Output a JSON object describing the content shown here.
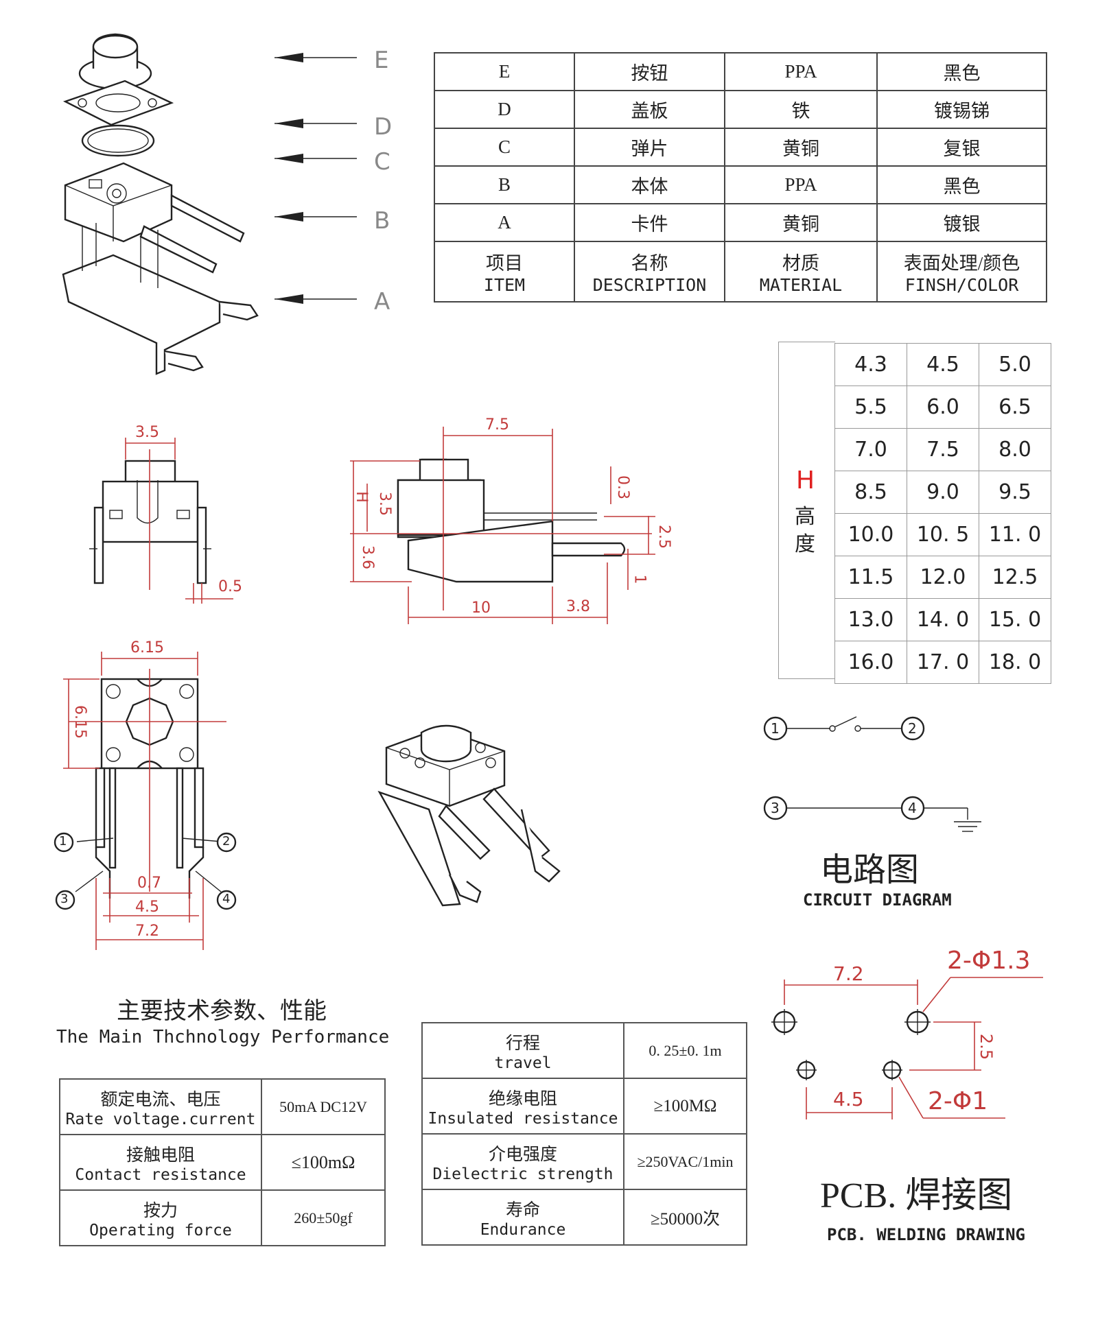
{
  "parts_table": {
    "rows": [
      {
        "item": "E",
        "description": "按钮",
        "material": "PPA",
        "finish": "黑色"
      },
      {
        "item": "D",
        "description": "盖板",
        "material": "铁",
        "finish": "镀锡锑"
      },
      {
        "item": "C",
        "description": "弹片",
        "material": "黄铜",
        "finish": "复银"
      },
      {
        "item": "B",
        "description": "本体",
        "material": "PPA",
        "finish": "黑色"
      },
      {
        "item": "A",
        "description": "卡件",
        "material": "黄铜",
        "finish": "镀银"
      }
    ],
    "header": {
      "item_zh": "项目",
      "item_en": "ITEM",
      "description_zh": "名称",
      "description_en": "DESCRIPTION",
      "material_zh": "材质",
      "material_en": "MATERIAL",
      "finish_zh": "表面处理/颜色",
      "finish_en": "FINSH/COLOR"
    }
  },
  "exploded_labels": [
    "E",
    "D",
    "C",
    "B",
    "A"
  ],
  "dimensions": {
    "front_top": "3.5",
    "front_pin": "0.5",
    "side_width": "7.5",
    "side_h": "H",
    "side_35": "3.5",
    "side_36": "3.6",
    "side_03": "0.3",
    "side_25": "2.5",
    "side_1": "1",
    "side_10": "10",
    "side_38": "3.8",
    "bottom_top": "6.15",
    "bottom_side": "6.15",
    "bottom_07": "0.7",
    "bottom_45": "4.5",
    "bottom_72": "7.2",
    "pin_labels": [
      "1",
      "2",
      "3",
      "4"
    ]
  },
  "height_table": {
    "label_h": "H",
    "label_zh_1": "高",
    "label_zh_2": "度",
    "rows": [
      [
        "4.3",
        "4.5",
        "5.0"
      ],
      [
        "5.5",
        "6.0",
        "6.5"
      ],
      [
        "7.0",
        "7.5",
        "8.0"
      ],
      [
        "8.5",
        "9.0",
        "9.5"
      ],
      [
        "10.0",
        "10. 5",
        "11. 0"
      ],
      [
        "11.5",
        "12.0",
        "12.5"
      ],
      [
        "13.0",
        "14. 0",
        "15. 0"
      ],
      [
        "16.0",
        "17. 0",
        "18. 0"
      ]
    ]
  },
  "circuit": {
    "title_zh": "电路图",
    "title_en": "CIRCUIT DIAGRAM",
    "nodes": [
      "1",
      "2",
      "3",
      "4"
    ]
  },
  "pcb": {
    "dim_72": "7.2",
    "dim_45": "4.5",
    "dim_25": "2.5",
    "hole_large": "2-Φ1.3",
    "hole_small": "2-Φ1",
    "title": "PCB. 焊接图",
    "subtitle": "PCB. WELDING DRAWING"
  },
  "performance": {
    "title_zh": "主要技术参数、性能",
    "title_en": "The Main Thchnology Performance",
    "left": [
      {
        "zh": "额定电流、电压",
        "en": "Rate voltage.current",
        "value": "50mA DC12V"
      },
      {
        "zh": "接触电阻",
        "en": "Contact resistance",
        "value": "≤100mΩ"
      },
      {
        "zh": "按力",
        "en": "Operating force",
        "value": "260±50gf"
      }
    ],
    "right": [
      {
        "zh": "行程",
        "en": "travel",
        "value": "0. 25±0. 1m"
      },
      {
        "zh": "绝缘电阻",
        "en": "Insulated resistance",
        "value": "≥100MΩ"
      },
      {
        "zh": "介电强度",
        "en": "Dielectric strength",
        "value": "≥250VAC/1min"
      },
      {
        "zh": "寿命",
        "en": "Endurance",
        "value": "≥50000次"
      }
    ]
  },
  "colors": {
    "dimension": "#c23a3a",
    "line": "#222222",
    "h_label": "#e02020"
  }
}
